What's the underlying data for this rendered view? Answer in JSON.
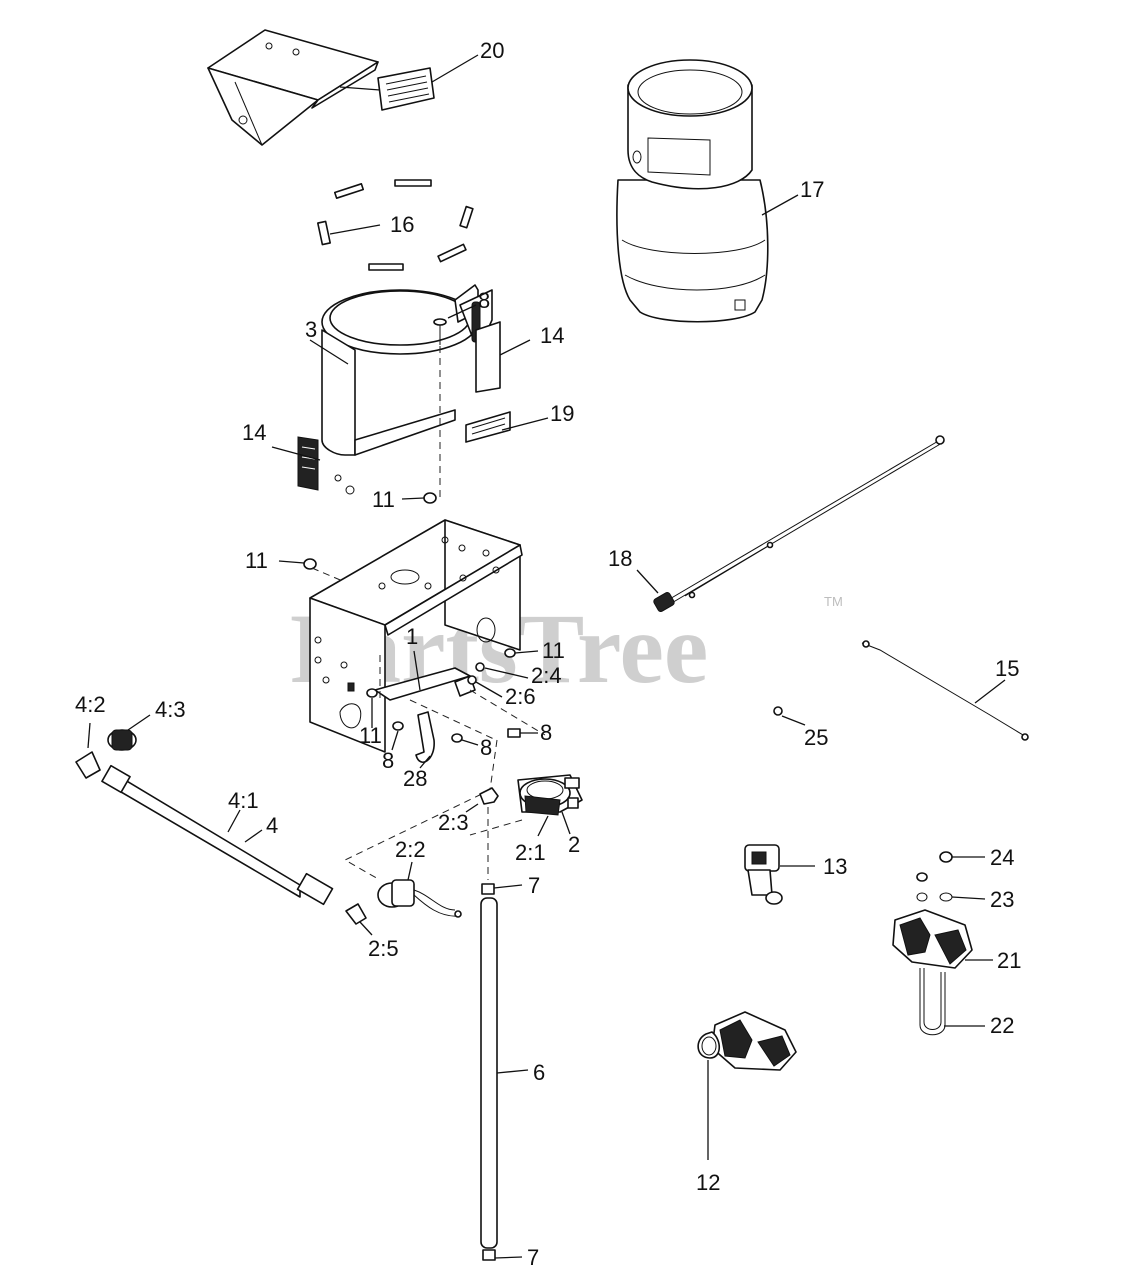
{
  "watermark": {
    "text": "PartsTree",
    "trademark": "TM"
  },
  "callouts": [
    {
      "id": "20",
      "label": "20"
    },
    {
      "id": "17",
      "label": "17"
    },
    {
      "id": "16",
      "label": "16"
    },
    {
      "id": "8a",
      "label": "8"
    },
    {
      "id": "3",
      "label": "3"
    },
    {
      "id": "14a",
      "label": "14"
    },
    {
      "id": "19",
      "label": "19"
    },
    {
      "id": "14b",
      "label": "14"
    },
    {
      "id": "11a",
      "label": "11"
    },
    {
      "id": "11b",
      "label": "11"
    },
    {
      "id": "18",
      "label": "18"
    },
    {
      "id": "1",
      "label": "1"
    },
    {
      "id": "11c",
      "label": "11"
    },
    {
      "id": "2_4",
      "label": "2:4"
    },
    {
      "id": "2_6",
      "label": "2:6"
    },
    {
      "id": "15",
      "label": "15"
    },
    {
      "id": "4_2",
      "label": "4:2"
    },
    {
      "id": "4_3",
      "label": "4:3"
    },
    {
      "id": "11d",
      "label": "11"
    },
    {
      "id": "8b",
      "label": "8"
    },
    {
      "id": "8c",
      "label": "8"
    },
    {
      "id": "8d",
      "label": "8"
    },
    {
      "id": "28",
      "label": "28"
    },
    {
      "id": "25",
      "label": "25"
    },
    {
      "id": "4_1",
      "label": "4:1"
    },
    {
      "id": "4",
      "label": "4"
    },
    {
      "id": "2_3",
      "label": "2:3"
    },
    {
      "id": "2_1",
      "label": "2:1"
    },
    {
      "id": "2",
      "label": "2"
    },
    {
      "id": "2_2",
      "label": "2:2"
    },
    {
      "id": "13",
      "label": "13"
    },
    {
      "id": "24",
      "label": "24"
    },
    {
      "id": "7a",
      "label": "7"
    },
    {
      "id": "23",
      "label": "23"
    },
    {
      "id": "2_5",
      "label": "2:5"
    },
    {
      "id": "21",
      "label": "21"
    },
    {
      "id": "22",
      "label": "22"
    },
    {
      "id": "6",
      "label": "6"
    },
    {
      "id": "12",
      "label": "12"
    },
    {
      "id": "7b",
      "label": "7"
    }
  ]
}
